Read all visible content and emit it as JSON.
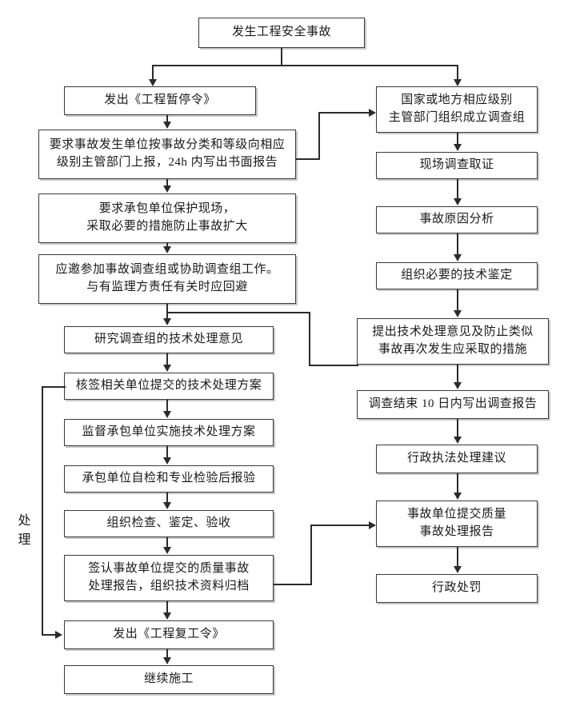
{
  "diagram": {
    "title_node": {
      "label": "发生工程安全事故"
    },
    "side_label": {
      "chars": [
        "处",
        "理"
      ],
      "text": "处理"
    },
    "left_column": [
      {
        "id": "issue-suspension-order",
        "label": "发出《工程暂停令》"
      },
      {
        "id": "require-report-24h",
        "label": "要求事故发生单位按事故分类和等级向相应\n级别主管部门上报，24h 内写出书面报告"
      },
      {
        "id": "protect-site",
        "label": "要求承包单位保护现场，\n采取必要的措施防止事故扩大"
      },
      {
        "id": "join-investigation-group",
        "label": "应邀参加事故调查组或协助调查组工作。\n与有监理方责任有关时应回避"
      },
      {
        "id": "study-technical-opinion",
        "label": "研究调查组的技术处理意见"
      },
      {
        "id": "countersign-plan",
        "label": "核签相关单位提交的技术处理方案"
      },
      {
        "id": "supervise-implementation",
        "label": "监督承包单位实施技术处理方案"
      },
      {
        "id": "self-inspection",
        "label": "承包单位自检和专业检验后报验"
      },
      {
        "id": "organize-acceptance",
        "label": "组织检查、鉴定、验收"
      },
      {
        "id": "sign-quality-report",
        "label": "签认事故单位提交的质量事故\n处理报告，组织技术资料归档"
      },
      {
        "id": "issue-resumption-order",
        "label": "发出《工程复工令》"
      },
      {
        "id": "continue-construction",
        "label": "继续施工"
      }
    ],
    "right_column": [
      {
        "id": "form-investigation-group",
        "label": "国家或地方相应级别\n主管部门组织成立调查组"
      },
      {
        "id": "site-investigation",
        "label": "现场调查取证"
      },
      {
        "id": "cause-analysis",
        "label": "事故原因分析"
      },
      {
        "id": "technical-appraisal",
        "label": "组织必要的技术鉴定"
      },
      {
        "id": "propose-measures",
        "label": "提出技术处理意见及防止类似\n事故再次发生应采取的措施"
      },
      {
        "id": "investigation-report-10d",
        "label": "调查结束 10 日内写出调查报告"
      },
      {
        "id": "enforcement-suggestion",
        "label": "行政执法处理建议"
      },
      {
        "id": "submit-quality-report",
        "label": "事故单位提交质量\n事故处理报告"
      },
      {
        "id": "administrative-penalty",
        "label": "行政处罚"
      }
    ],
    "colors": {
      "box_border": "#3a3a3a",
      "box_fill": "#ffffff",
      "connector": "#2b2b2b",
      "shadow": "#c9c9c9",
      "text": "#1a1a1a"
    }
  }
}
